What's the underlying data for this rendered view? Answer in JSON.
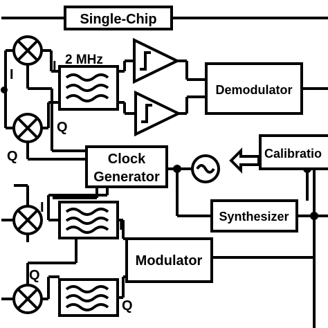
{
  "title": "Single-Chip",
  "labels": {
    "filter_bandwidth": "2 MHz",
    "demodulator": "Demodulator",
    "calibration": "Calibratio",
    "clock_generator_line1": "Clock",
    "clock_generator_line2": "Generator",
    "synthesizer": "Synthesizer",
    "modulator": "Modulator",
    "rx_i": "I",
    "rx_q": "Q",
    "rx_filter_i": "I",
    "rx_filter_q": "Q",
    "tx_i": "I",
    "tx_q": "Q",
    "tx_filter_i": "I",
    "tx_filter_q": "Q"
  }
}
